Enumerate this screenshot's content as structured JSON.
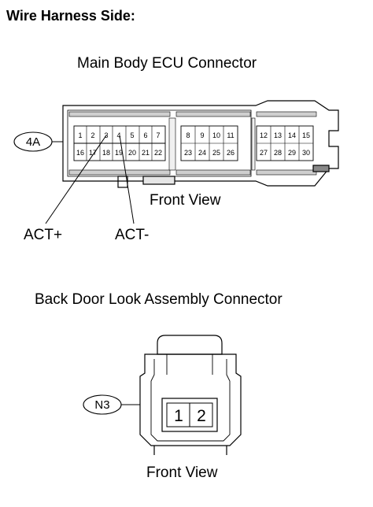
{
  "heading": "Wire Harness Side:",
  "connector_main": {
    "title": "Main Body ECU Connector",
    "code": "4A",
    "view_label": "Front View",
    "pins_row1_a": [
      "1",
      "2",
      "3",
      "4",
      "5",
      "6",
      "7"
    ],
    "pins_row2_a": [
      "16",
      "17",
      "18",
      "19",
      "20",
      "21",
      "22"
    ],
    "pins_row1_b": [
      "8",
      "9",
      "10",
      "11"
    ],
    "pins_row2_b": [
      "23",
      "24",
      "25",
      "26"
    ],
    "pins_row1_c": [
      "12",
      "13",
      "14",
      "15"
    ],
    "pins_row2_c": [
      "27",
      "28",
      "29",
      "30"
    ],
    "callout_act_plus": "ACT+",
    "callout_act_minus": "ACT-"
  },
  "connector_door": {
    "title": "Back Door Look Assembly Connector",
    "code": "N3",
    "view_label": "Front View",
    "pins": [
      "1",
      "2"
    ]
  }
}
